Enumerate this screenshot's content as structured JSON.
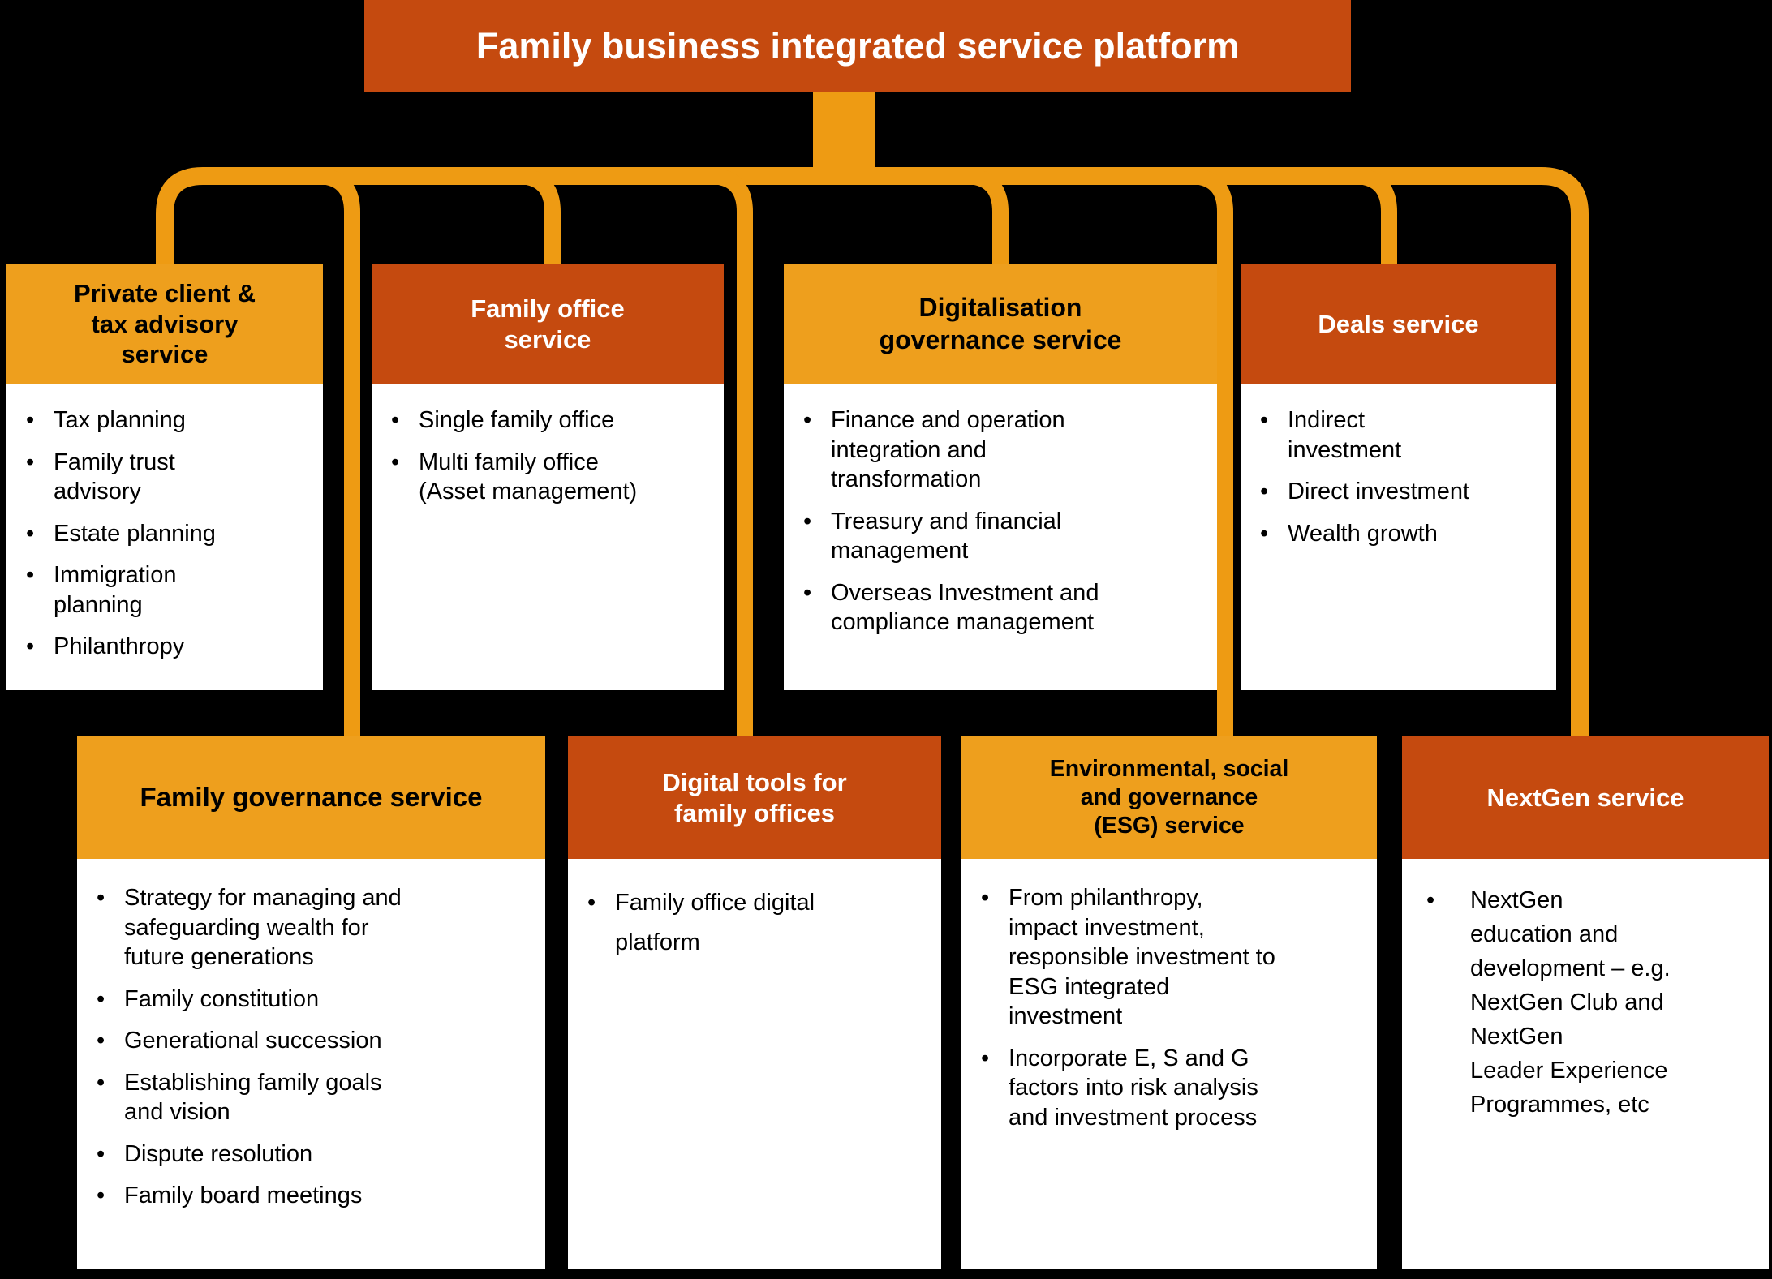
{
  "title": "Family business integrated service platform",
  "colors": {
    "background": "#000000",
    "dark": "#C54A0F",
    "orange": "#EE9F1D",
    "connector": "#EE9B13",
    "body_bg": "#FFFFFF",
    "text_dark": "#000000",
    "text_light": "#FFFFFF"
  },
  "boxes": [
    {
      "id": "private-client-tax-advisory",
      "variant": "orange",
      "title": "Private client &\ntax advisory\nservice",
      "items": [
        "Tax planning",
        "Family trust\nadvisory",
        "Estate planning",
        "Immigration\nplanning",
        "Philanthropy"
      ]
    },
    {
      "id": "family-office",
      "variant": "dark",
      "title": "Family office\nservice",
      "items": [
        "Single family office",
        "Multi family office\n(Asset management)"
      ]
    },
    {
      "id": "digitalisation-governance",
      "variant": "orange",
      "title": "Digitalisation\ngovernance service",
      "items": [
        "Finance and operation\nintegration and\ntransformation",
        "Treasury and financial\nmanagement",
        "Overseas Investment and\ncompliance management"
      ]
    },
    {
      "id": "deals",
      "variant": "dark",
      "title": "Deals service",
      "items": [
        "Indirect\ninvestment",
        "Direct investment",
        "Wealth growth"
      ]
    },
    {
      "id": "family-governance",
      "variant": "orange",
      "title": "Family governance service",
      "items": [
        "Strategy for managing and\nsafeguarding wealth for\nfuture generations",
        "Family constitution",
        "Generational succession",
        "Establishing family goals\nand vision",
        "Dispute resolution",
        "Family board meetings"
      ]
    },
    {
      "id": "digital-tools",
      "variant": "dark",
      "title": "Digital tools for\nfamily offices",
      "items": [
        "Family office digital\nplatform"
      ]
    },
    {
      "id": "esg",
      "variant": "orange",
      "title": "Environmental, social\nand governance\n(ESG) service",
      "items": [
        "From philanthropy,\nimpact investment,\nresponsible investment to\nESG integrated\ninvestment",
        "Incorporate E, S and G\nfactors into risk analysis\nand investment process"
      ]
    },
    {
      "id": "nextgen",
      "variant": "dark",
      "title": "NextGen service",
      "items": [
        "NextGen\neducation and\ndevelopment – e.g.\nNextGen Club and\nNextGen\nLeader Experience\nProgrammes, etc"
      ]
    }
  ]
}
